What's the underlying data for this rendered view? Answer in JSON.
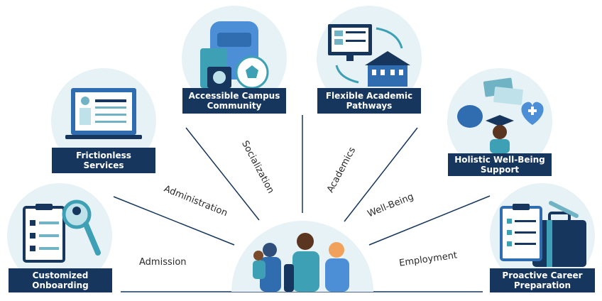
{
  "pillars": [
    {
      "label": "Customized Onboarding",
      "icon": "clipboard-magnifier-icon"
    },
    {
      "label": "Frictionless Services",
      "icon": "laptop-profile-icon"
    },
    {
      "label": "Accessible Campus Community",
      "icon": "backpack-camera-soccer-icon"
    },
    {
      "label": "Flexible Academic Pathways",
      "icon": "monitor-campus-cycle-icon"
    },
    {
      "label": "Holistic Well-Being Support",
      "icon": "brain-graduate-heart-icon"
    },
    {
      "label": "Proactive Career Preparation",
      "icon": "briefcase-checklist-icon"
    }
  ],
  "stages": [
    "Admission",
    "Administration",
    "Socialization",
    "Academics",
    "Well-Being",
    "Employment"
  ],
  "center": {
    "icon": "students-group-icon"
  },
  "colors": {
    "navy": "#16365e",
    "teal": "#3ea0b5",
    "light": "#e6f2f5",
    "blue": "#2f6db0"
  }
}
